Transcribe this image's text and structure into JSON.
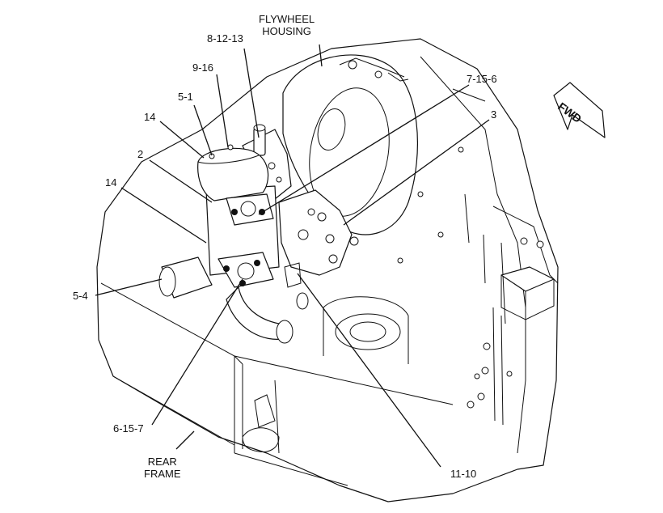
{
  "labels": {
    "flywheel_housing": "FLYWHEEL\nHOUSING",
    "rear_frame": "REAR\nFRAME",
    "fwd": "FWD",
    "c_8_12_13": "8-12-13",
    "c_9_16": "9-16",
    "c_5_1": "5-1",
    "c_14_top": "14",
    "c_2": "2",
    "c_14_mid": "14",
    "c_5_4": "5-4",
    "c_6_15_7": "6-15-7",
    "c_7_15_6": "7-15-6",
    "c_3": "3",
    "c_11_10": "11-10"
  }
}
